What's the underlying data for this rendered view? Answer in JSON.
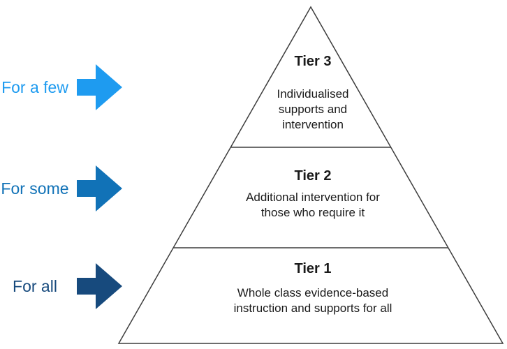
{
  "diagram": {
    "background": "#ffffff",
    "outline_color": "#3d3d3d",
    "text_color": "#1a1a1a"
  },
  "audience_rows": [
    {
      "label": "For a few",
      "color": "#1e9bf0",
      "icon": "right-arrow"
    },
    {
      "label": "For some",
      "color": "#1172b7",
      "icon": "right-arrow"
    },
    {
      "label": "For all",
      "color": "#174a7d",
      "icon": "right-arrow"
    }
  ],
  "pyramid_tiers": [
    {
      "title": "Tier 3",
      "description": "Individualised\nsupports and\nintervention"
    },
    {
      "title": "Tier 2",
      "description": "Additional intervention for\nthose who require it"
    },
    {
      "title": "Tier 1",
      "description": "Whole class evidence-based\ninstruction and supports for all"
    }
  ]
}
